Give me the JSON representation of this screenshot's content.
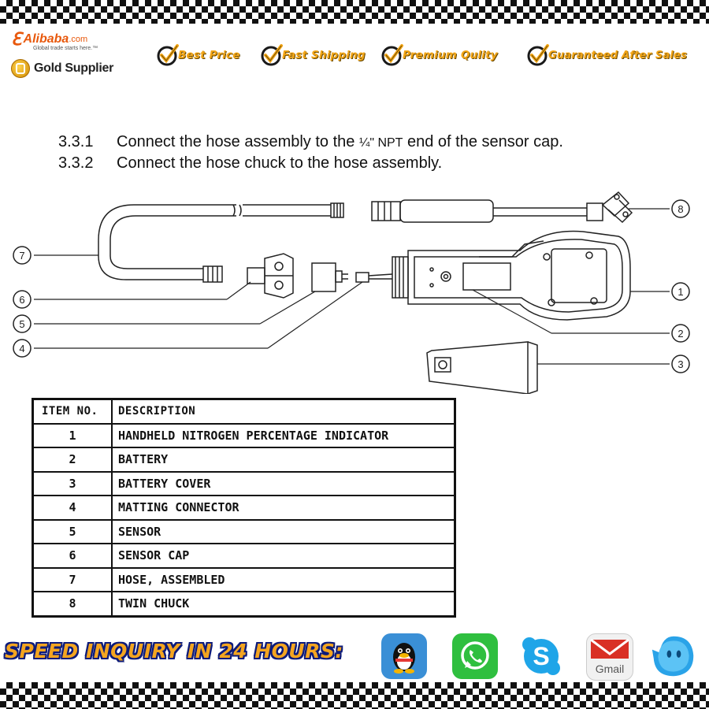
{
  "header": {
    "alibaba_name": "Alibaba",
    "alibaba_domain": ".com",
    "alibaba_tagline": "Global trade starts here.™",
    "gold_supplier": "Gold Supplier",
    "badges": [
      {
        "label": "Best Price"
      },
      {
        "label": "Fast Shipping"
      },
      {
        "label": "Premium Qulity"
      },
      {
        "label": "Guaranteed After Sales"
      }
    ]
  },
  "instructions": [
    {
      "number": "3.3.1",
      "before": "Connect the hose assembly to the ",
      "fraction": "¼\"",
      "npt": " NPT",
      "after": " end of the sensor cap."
    },
    {
      "number": "3.3.2",
      "text": "Connect the hose chuck to the hose assembly."
    }
  ],
  "diagram": {
    "callouts": [
      "1",
      "2",
      "3",
      "4",
      "5",
      "6",
      "7",
      "8"
    ]
  },
  "parts_table": {
    "headers": [
      "ITEM NO.",
      "DESCRIPTION"
    ],
    "rows": [
      {
        "item": "1",
        "description": "HANDHELD NITROGEN PERCENTAGE INDICATOR"
      },
      {
        "item": "2",
        "description": "BATTERY"
      },
      {
        "item": "3",
        "description": "BATTERY COVER"
      },
      {
        "item": "4",
        "description": "MATTING CONNECTOR"
      },
      {
        "item": "5",
        "description": "SENSOR"
      },
      {
        "item": "6",
        "description": "SENSOR CAP"
      },
      {
        "item": "7",
        "description": "HOSE, ASSEMBLED"
      },
      {
        "item": "8",
        "description": "TWIN CHUCK"
      }
    ]
  },
  "footer": {
    "speed_text": "SPEED INQUIRY IN 24 HOURS:",
    "apps": [
      {
        "name": "qq-icon"
      },
      {
        "name": "whatsapp-icon"
      },
      {
        "name": "skype-icon"
      },
      {
        "name": "gmail-icon",
        "label": "Gmail"
      },
      {
        "name": "aliwangwang-icon"
      }
    ]
  }
}
